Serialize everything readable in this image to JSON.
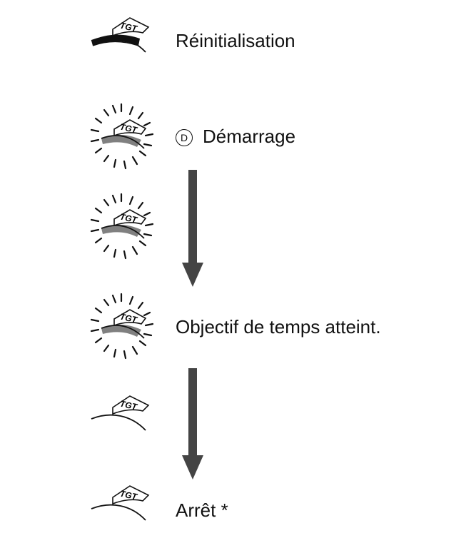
{
  "icon_text": "TGT",
  "steps": [
    {
      "label": "Réinitialisation",
      "state": "reset"
    },
    {
      "label": "Démarrage",
      "badge": "D",
      "state": "flashing"
    },
    {
      "label": "",
      "state": "flashing"
    },
    {
      "label": "Objectif de temps atteint.",
      "state": "flashing"
    },
    {
      "label": "",
      "state": "off"
    },
    {
      "label": "Arrêt *",
      "state": "off"
    }
  ],
  "colors": {
    "text": "#111111",
    "arrow": "#444444",
    "band_reset": "#111111",
    "band_flash": "#808080"
  },
  "icons": {
    "reset": "tgt-indicator-solid-icon",
    "flashing": "tgt-indicator-flashing-icon",
    "off": "tgt-indicator-off-icon"
  }
}
